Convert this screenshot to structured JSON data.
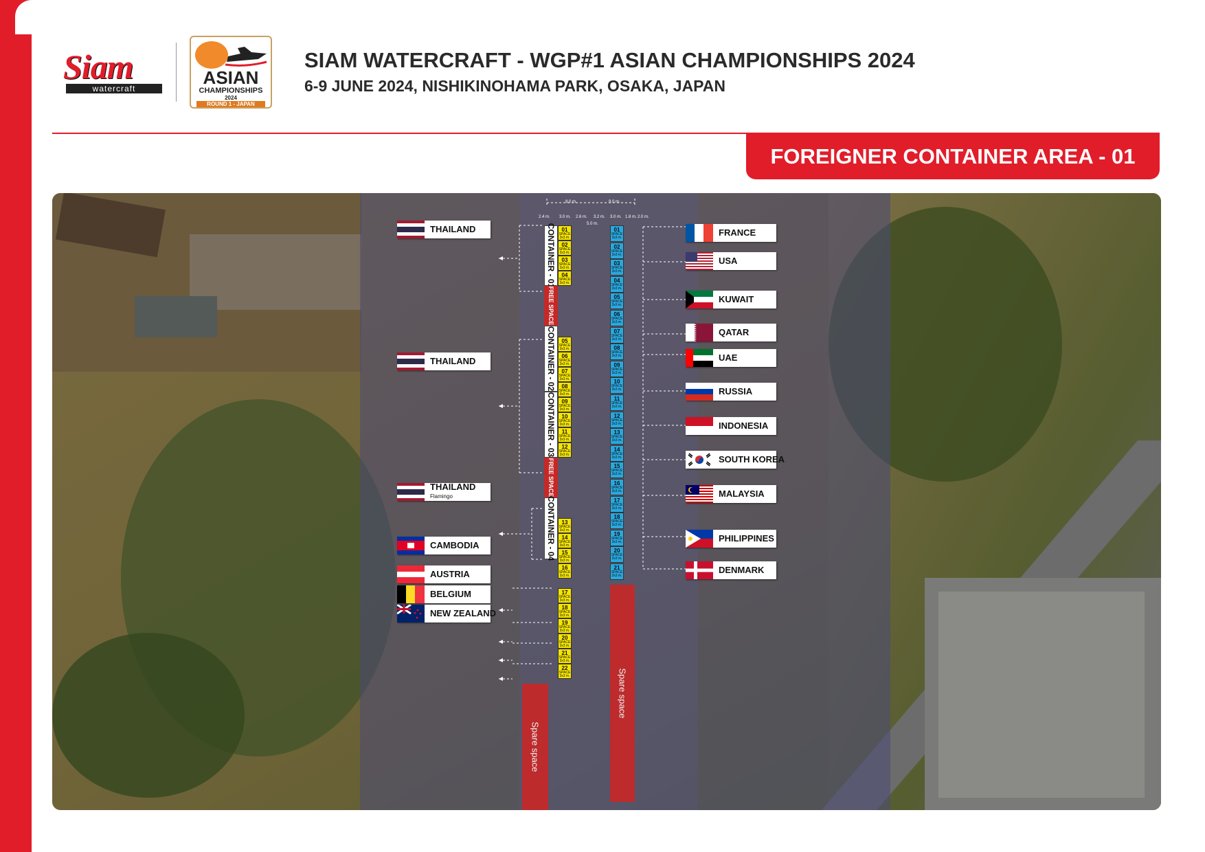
{
  "header": {
    "title": "SIAM WATERCRAFT - WGP#1 ASIAN CHAMPIONSHIPS 2024",
    "subtitle": "6-9 JUNE 2024, NISHIKINOHAMA PARK, OSAKA, JAPAN",
    "section_tab": "FOREIGNER CONTAINER AREA - 01"
  },
  "logos": {
    "siam_word": "Siam",
    "siam_sub": "watercraft",
    "asian_line1": "ASIAN",
    "asian_line2": "CHAMPIONSHIPS",
    "asian_line3": "2024",
    "asian_line4": "ROUND 1 - JAPAN"
  },
  "colors": {
    "accent": "#e11d2a",
    "slot_left": "#f5e400",
    "slot_right": "#29a8e0",
    "spare": "#c62828"
  },
  "map": {
    "containers": [
      "CONTAINER - 01",
      "CONTAINER - 02",
      "CONTAINER - 03",
      "CONTAINER - 04"
    ],
    "free_space": "FREE SPACE",
    "spare_space": "Spare space",
    "slot_caption": "SPACE",
    "slot_size": "3x3 m.",
    "dimensions": [
      "8.0 m.",
      "9.0 m.",
      "2.4 m.",
      "3.0 m.",
      "2.6 m.",
      "3.2 m.",
      "3.0 m.",
      "1.8 m.",
      "2.0 m.",
      "5.0 m."
    ],
    "left_slots": [
      "01",
      "02",
      "03",
      "04",
      "05",
      "06",
      "07",
      "08",
      "09",
      "10",
      "11",
      "12",
      "13",
      "14",
      "15",
      "16",
      "17",
      "18",
      "19",
      "20",
      "21",
      "22"
    ],
    "right_slots": [
      "01",
      "02",
      "03",
      "04",
      "05",
      "06",
      "07",
      "08",
      "09",
      "10",
      "11",
      "12",
      "13",
      "14",
      "15",
      "16",
      "17",
      "18",
      "19",
      "20",
      "21"
    ],
    "left_countries": [
      {
        "name": "THAILAND",
        "flag": "thailand-flag"
      },
      {
        "name": "THAILAND",
        "flag": "thailand-flag"
      },
      {
        "name": "THAILAND",
        "sub": "Flamingo",
        "flag": "thailand-flag"
      },
      {
        "name": "CAMBODIA",
        "flag": "cambodia-flag"
      },
      {
        "name": "AUSTRIA",
        "flag": "austria-flag"
      },
      {
        "name": "BELGIUM",
        "flag": "belgium-flag"
      },
      {
        "name": "NEW ZEALAND",
        "flag": "new-zealand-flag"
      }
    ],
    "right_countries": [
      {
        "name": "FRANCE",
        "flag": "france-flag"
      },
      {
        "name": "USA",
        "flag": "usa-flag"
      },
      {
        "name": "KUWAIT",
        "flag": "kuwait-flag"
      },
      {
        "name": "QATAR",
        "flag": "qatar-flag"
      },
      {
        "name": "UAE",
        "flag": "uae-flag"
      },
      {
        "name": "RUSSIA",
        "flag": "russia-flag"
      },
      {
        "name": "INDONESIA",
        "flag": "indonesia-flag"
      },
      {
        "name": "SOUTH KOREA",
        "flag": "south-korea-flag"
      },
      {
        "name": "MALAYSIA",
        "flag": "malaysia-flag"
      },
      {
        "name": "PHILIPPINES",
        "flag": "philippines-flag"
      },
      {
        "name": "DENMARK",
        "flag": "denmark-flag"
      }
    ]
  }
}
